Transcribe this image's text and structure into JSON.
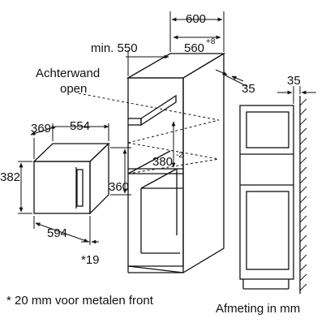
{
  "labels": {
    "back_wall_line1": "Achterwand",
    "back_wall_line2": "open",
    "footnote": "* 20 mm voor metalen front",
    "units_note": "Afmeting in mm"
  },
  "dimensions": {
    "cabinet_width_outer": "600",
    "cabinet_min_width": "min. 550",
    "cabinet_width_inner": "560",
    "cabinet_width_inner_tol": "+8",
    "rear_gap": "35",
    "side_rear_gap": "35",
    "niche_height": "380",
    "niche_height_tol": "-2",
    "appliance_depth": "369",
    "appliance_width": "554",
    "appliance_height_total": "382",
    "appliance_height_body": "360",
    "appliance_width_front": "594",
    "front_thickness": "*19"
  }
}
